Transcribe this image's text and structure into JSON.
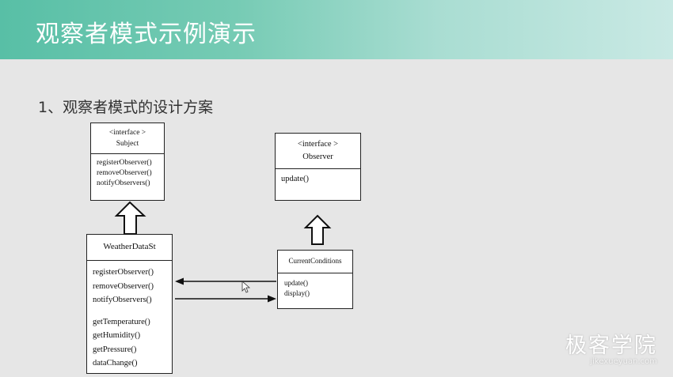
{
  "slide": {
    "title": "观察者模式示例演示",
    "subtitle": "1、观察者模式的设计方案"
  },
  "diagram": {
    "subject": {
      "stereotype": "<interface >",
      "name": "Subject",
      "methods": [
        "registerObserver()",
        "removeObserver()",
        "notifyObservers()"
      ]
    },
    "observer": {
      "stereotype": "<interface >",
      "name": "Observer",
      "methods": [
        "update()"
      ]
    },
    "weather": {
      "name": "WeatherDataSt",
      "methods": [
        "registerObserver()",
        "removeObserver()",
        "notifyObservers()"
      ],
      "extra_methods": [
        "getTemperature()",
        "getHumidity()",
        "getPressure()",
        "dataChange()"
      ]
    },
    "current": {
      "name": "CurrentConditions",
      "methods": [
        "update()",
        "display()"
      ]
    },
    "relations": [
      {
        "from": "WeatherDataSt",
        "to": "Subject",
        "kind": "implements"
      },
      {
        "from": "CurrentConditions",
        "to": "Observer",
        "kind": "implements"
      },
      {
        "from": "CurrentConditions",
        "to": "WeatherDataSt",
        "kind": "association"
      },
      {
        "from": "WeatherDataSt",
        "to": "CurrentConditions",
        "kind": "association"
      }
    ]
  },
  "watermark": {
    "brand": "极客学院",
    "url": "jikexueyuan.com"
  },
  "colors": {
    "banner_start": "#58bfa6",
    "banner_end": "#c9e9e4",
    "background": "#e6e6e6"
  }
}
